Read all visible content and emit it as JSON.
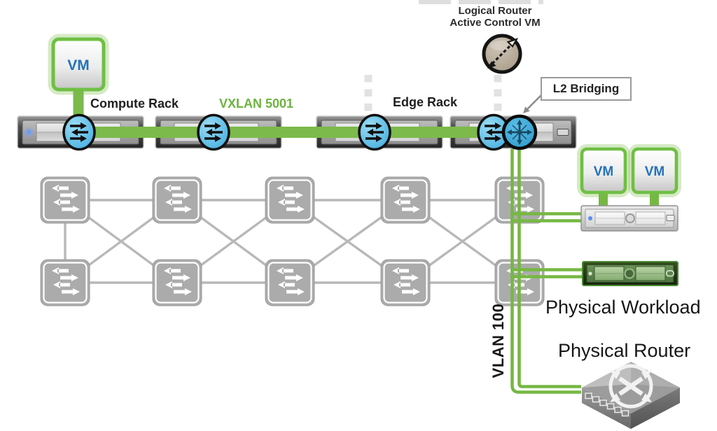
{
  "labels": {
    "logical_router_line1": "Logical Router",
    "logical_router_line2": "Active Control VM",
    "l2_bridging": "L2 Bridging",
    "compute_rack": "Compute Rack",
    "vxlan": "VXLAN 5001",
    "edge_rack": "Edge Rack",
    "physical_workload": "Physical Workload",
    "physical_router": "Physical Router",
    "vlan": "VLAN 100"
  },
  "vm_labels": {
    "left_vm": "VM",
    "right_vm_1": "VM",
    "right_vm_2": "VM"
  },
  "colors": {
    "green_link": "#76b843",
    "vxlan_bar": "#7cba4b",
    "vm_border": "#6fbf44",
    "vxlan_text": "#6cb33f",
    "vm_text": "#2272b9",
    "vtep_blue": "#45b5e5",
    "bridge_blue": "#2f9fd0",
    "logical_router_tan": "#b2a496",
    "fabric_gray": "#ababab",
    "link_gray": "#b8b8b8",
    "dotted_gray": "#e2e2e2",
    "workload_green": "#4c8a33"
  }
}
